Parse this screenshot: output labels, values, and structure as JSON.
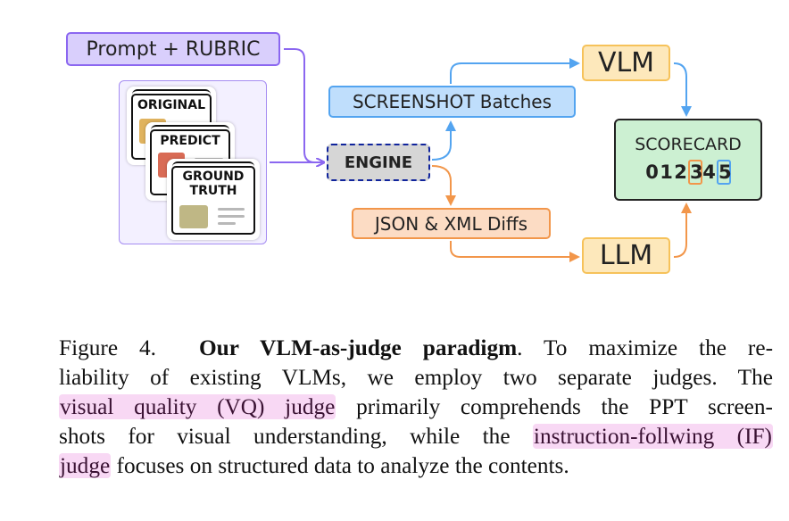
{
  "figure": {
    "prompt_label": "Prompt + RUBRIC",
    "slide_cards": [
      {
        "label": "ORIGINAL",
        "swatch_color": "#e0b35e"
      },
      {
        "label": "PREDICT",
        "swatch_color": "#d96b55"
      },
      {
        "label_line1": "GROUND",
        "label_line2": "TRUTH",
        "swatch_color": "#bfb785"
      }
    ],
    "engine_label": "ENGINE",
    "screenshot_label": "SCREENSHOT Batches",
    "json_label": "JSON & XML Diffs",
    "vlm_label": "VLM",
    "llm_label": "LLM",
    "scorecard": {
      "title": "SCORECARD",
      "digits": [
        "0",
        "1",
        "2",
        "3",
        "4",
        "5"
      ],
      "highlighted_llm": "3",
      "highlighted_vlm": "5"
    },
    "colors": {
      "prompt_arrow": "#8b67f0",
      "vlm_path": "#53a4f0",
      "llm_path": "#f2964a",
      "engine_border": "#10249c"
    }
  },
  "caption": {
    "label": "Figure 4.",
    "title": "Our VLM-as-judge paradigm",
    "line1_rest": ". To maximize the re-",
    "line2": "liability of existing VLMs, we employ two separate judges. The",
    "vq_judge": "visual quality (VQ) judge",
    "line3_rest": " primarily comprehends the PPT screen-",
    "line4_start": "shots for visual understanding, while the ",
    "if_judge_part1": "instruction-follwing (IF)",
    "if_judge_part2": "judge",
    "line5_rest": " focuses on structured data to analyze the contents.",
    "highlight_color": "#f8d8f4"
  }
}
